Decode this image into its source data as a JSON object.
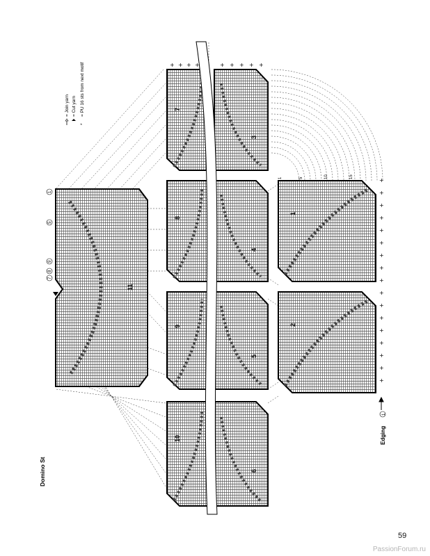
{
  "title": "Domino St",
  "legend": {
    "join_yarn": "= Join yarn",
    "cut_yarn": "= Cut yarn",
    "pu_note": "= PU 16 sts from next motif",
    "asterisk": "*"
  },
  "edging": {
    "label": "Edging",
    "round": "1"
  },
  "motifs": [
    "1",
    "2",
    "3",
    "4",
    "5",
    "6",
    "7",
    "8",
    "9",
    "10",
    "11"
  ],
  "row_markers": [
    "1",
    "5",
    "10",
    "15"
  ],
  "circled_rounds": [
    "1",
    "5",
    "9",
    "8",
    "7"
  ],
  "page_number": "59",
  "watermark": "PassionForum.ru"
}
